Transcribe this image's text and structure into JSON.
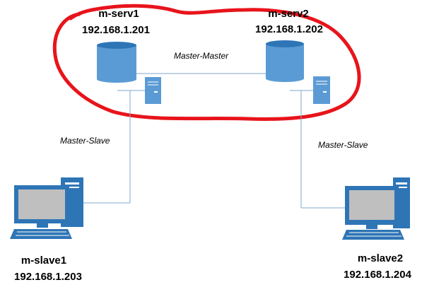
{
  "colors": {
    "highlight": "#e8141b",
    "device_blue": "#5b9bd5",
    "device_blue_dark": "#2e75b6",
    "screen_gray": "#bfbfbf",
    "line": "#7fa7cf"
  },
  "nodes": {
    "m_serv1": {
      "name": "m-serv1",
      "ip": "192.168.1.201",
      "icon": "database-icon"
    },
    "m_serv2": {
      "name": "m-serv2",
      "ip": "192.168.1.202",
      "icon": "database-icon"
    },
    "m_slave1": {
      "name": "m-slave1",
      "ip": "192.168.1.203",
      "icon": "desktop-computer-icon"
    },
    "m_slave2": {
      "name": "m-slave2",
      "ip": "192.168.1.204",
      "icon": "desktop-computer-icon"
    }
  },
  "links": {
    "master_master": "Master-Master",
    "master_slave_left": "Master-Slave",
    "master_slave_right": "Master-Slave"
  }
}
